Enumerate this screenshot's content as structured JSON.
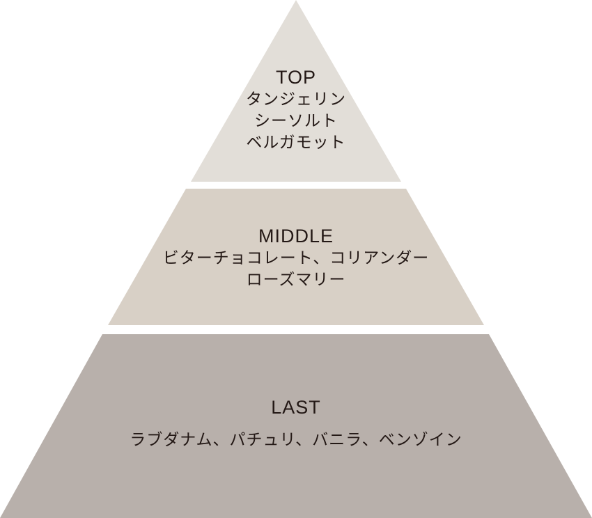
{
  "pyramid": {
    "colors": {
      "top": "#e2ded8",
      "middle": "#d8d0c6",
      "last": "#b8b0ab",
      "text": "#231815"
    },
    "tiers": [
      {
        "title": "TOP",
        "lines": [
          "タンジェリン",
          "シーソルト",
          "ベルガモット"
        ]
      },
      {
        "title": "MIDDLE",
        "lines": [
          "ビターチョコレート、コリアンダー",
          "ローズマリー"
        ]
      },
      {
        "title": "LAST",
        "lines": [
          "ラブダナム、パチュリ、バニラ、ベンゾイン"
        ]
      }
    ]
  }
}
